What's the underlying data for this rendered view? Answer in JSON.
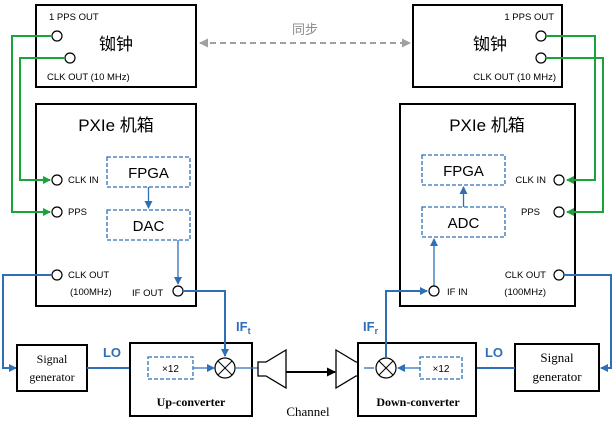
{
  "sync_label": "同步",
  "left": {
    "clock": {
      "title": "铷钟",
      "pps_out": "1 PPS OUT",
      "clk_out": "CLK OUT (10 MHz)"
    },
    "chassis": {
      "title": "PXIe 机箱",
      "clk_in": "CLK IN",
      "pps": "PPS",
      "clk_out_line1": "CLK OUT",
      "clk_out_line2": "(100MHz)",
      "if_port": "IF OUT",
      "block_top": "FPGA",
      "block_bottom": "DAC"
    },
    "sig_gen": {
      "line1": "Signal",
      "line2": "generator"
    },
    "lo": "LO",
    "if_label": "IF",
    "if_sub": "t",
    "mult": "×12",
    "converter": "Up-converter"
  },
  "right": {
    "clock": {
      "title": "铷钟",
      "pps_out": "1 PPS OUT",
      "clk_out": "CLK OUT (10 MHz)"
    },
    "chassis": {
      "title": "PXIe 机箱",
      "clk_in": "CLK IN",
      "pps": "PPS",
      "clk_out_line1": "CLK OUT",
      "clk_out_line2": "(100MHz)",
      "if_port": "IF IN",
      "block_top": "FPGA",
      "block_bottom": "ADC"
    },
    "sig_gen": {
      "line1": "Signal",
      "line2": "generator"
    },
    "lo": "LO",
    "if_label": "IF",
    "if_sub": "r",
    "mult": "×12",
    "converter": "Down-converter"
  },
  "channel": "Channel",
  "colors": {
    "clock_link": "#1aa33a",
    "signal_link": "#2f6fb6",
    "sync_link": "#a0a0a0",
    "outline": "#000000"
  }
}
